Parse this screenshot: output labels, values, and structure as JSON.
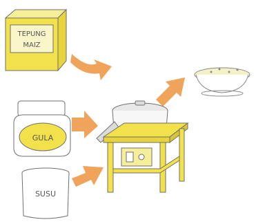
{
  "illustration": {
    "box_label_top": "TEPUNG",
    "box_label_bottom": "MAIZ",
    "jar_label": "GULA",
    "can_label": "SUSU",
    "colors": {
      "yellow": "#f2e14a",
      "yellow_light": "#f7ee9a",
      "arrow_orange": "#f0a35a",
      "outline": "#6f6f6f",
      "bowl_fill": "#f4f1c8"
    }
  }
}
